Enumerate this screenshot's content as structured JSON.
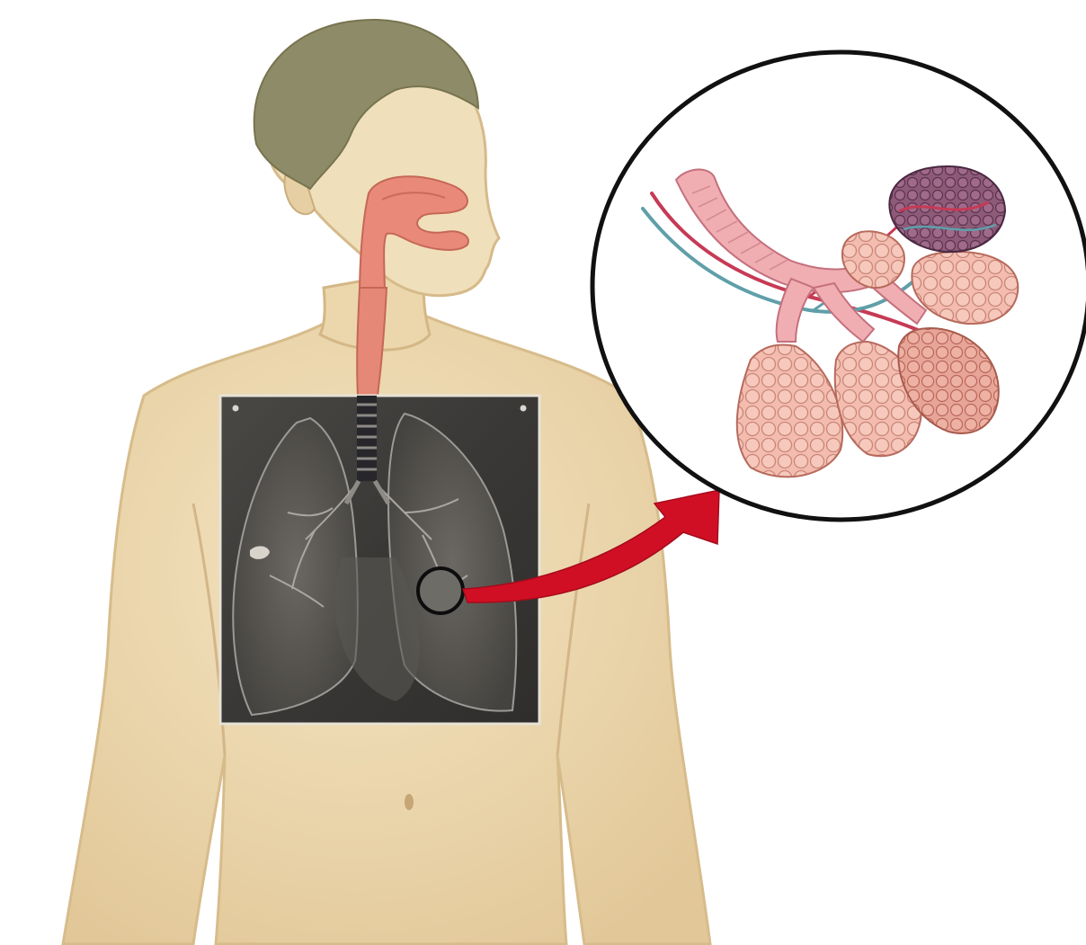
{
  "figure": {
    "subject": "respiratory-system-anatomy",
    "parts": [
      "head",
      "nasal-cavity",
      "pharynx",
      "trachea",
      "torso",
      "chest-xray",
      "lungs",
      "bronchi",
      "magnify-marker",
      "pointer-arrow",
      "inset-circle",
      "bronchiole",
      "alveolar-sacs",
      "blood-vessels"
    ]
  },
  "colors": {
    "background": "#ffffff",
    "skin": "#efdcb4",
    "skin_shadow": "#dcc393",
    "hair": "#8c8a66",
    "airway": "#e58877",
    "xray_bg": "#3e3d3b",
    "arrow": "#d10f24",
    "inset_border": "#111111",
    "alveoli": "#f2b6a8",
    "vessel_red": "#c63a55",
    "vessel_blue": "#5f9fa9"
  }
}
